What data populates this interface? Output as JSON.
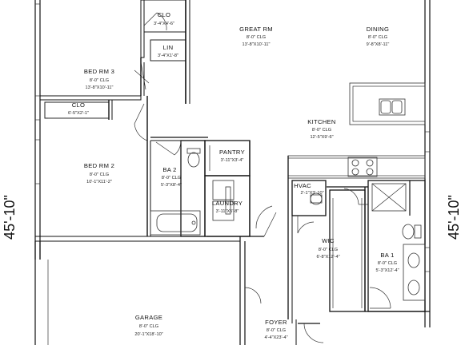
{
  "plan": {
    "dimension_left": "45'-10\"",
    "dimension_right": "45'-10\"",
    "rooms": {
      "clo_top": {
        "name": "CLO",
        "line1": "3'-4\"X4'-6\""
      },
      "lin": {
        "name": "LIN",
        "line1": "3'-4\"X1'-8\""
      },
      "great_rm": {
        "name": "GREAT RM",
        "line1": "8'-0\" CLG",
        "line2": "13'-8\"X10'-11\""
      },
      "dining": {
        "name": "DINING",
        "line1": "8'-0\" CLG",
        "line2": "9'-8\"X8'-11\""
      },
      "bed_rm_3": {
        "name": "BED RM 3",
        "line1": "8'-0\" CLG",
        "line2": "13'-8\"X10'-11\""
      },
      "clo_mid": {
        "name": "CLO",
        "line1": "6'-5\"X2'-1\""
      },
      "kitchen": {
        "name": "KITCHEN",
        "line1": "8'-0\" CLG",
        "line2": "12'-5\"X9'-6\""
      },
      "pantry": {
        "name": "PANTRY",
        "line1": "3'-11\"X3'-4\""
      },
      "bed_rm_2": {
        "name": "BED RM 2",
        "line1": "8'-0\" CLG",
        "line2": "10'-1\"X11'-2\""
      },
      "ba_2": {
        "name": "BA 2",
        "line1": "8'-0\" CLG",
        "line2": "5'-3\"X8'-4\""
      },
      "hvac": {
        "name": "HVAC",
        "line1": "2'-1\"X3'-10\""
      },
      "laundry": {
        "name": "LAUNDRY",
        "line1": "3'-11\"X5'-8\""
      },
      "wic": {
        "name": "WIC",
        "line1": "8'-0\" CLG",
        "line2": "6'-8\"X12'-4\""
      },
      "ba_1": {
        "name": "BA 1",
        "line1": "8'-0\" CLG",
        "line2": "5'-3\"X12'-4\""
      },
      "garage": {
        "name": "GARAGE",
        "line1": "8'-0\" CLG",
        "line2": "20'-1\"X18'-10\""
      },
      "foyer": {
        "name": "FOYER",
        "line1": "8'-0\" CLG",
        "line2": "4'-4\"X23'-4\""
      }
    }
  }
}
